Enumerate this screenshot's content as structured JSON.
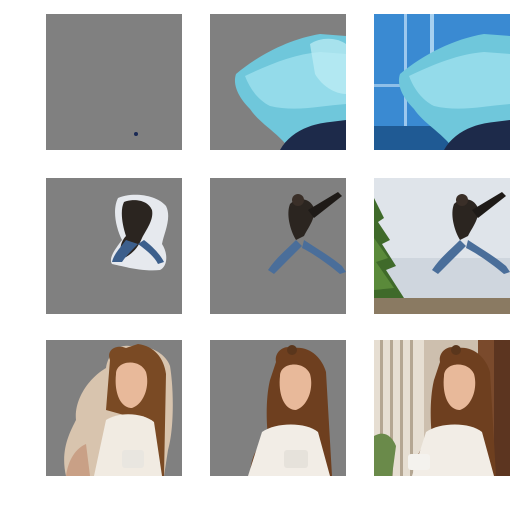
{
  "figure": {
    "background": "#ffffff",
    "mask_gray": "#808080",
    "rows": [
      {
        "subject": "woman-blue-hair",
        "tiles": [
          {
            "kind": "mask-coarse",
            "icon": "mask-icon"
          },
          {
            "kind": "mask-refined",
            "icon": "mask-icon"
          },
          {
            "kind": "original",
            "icon": "photo-icon"
          }
        ]
      },
      {
        "subject": "jumping-person",
        "tiles": [
          {
            "kind": "mask-coarse",
            "icon": "mask-icon"
          },
          {
            "kind": "mask-refined",
            "icon": "mask-icon"
          },
          {
            "kind": "original",
            "icon": "photo-icon"
          }
        ]
      },
      {
        "subject": "woman-with-cup",
        "tiles": [
          {
            "kind": "mask-coarse",
            "icon": "mask-icon"
          },
          {
            "kind": "mask-refined",
            "icon": "mask-icon"
          },
          {
            "kind": "original",
            "icon": "photo-icon"
          }
        ]
      }
    ]
  }
}
